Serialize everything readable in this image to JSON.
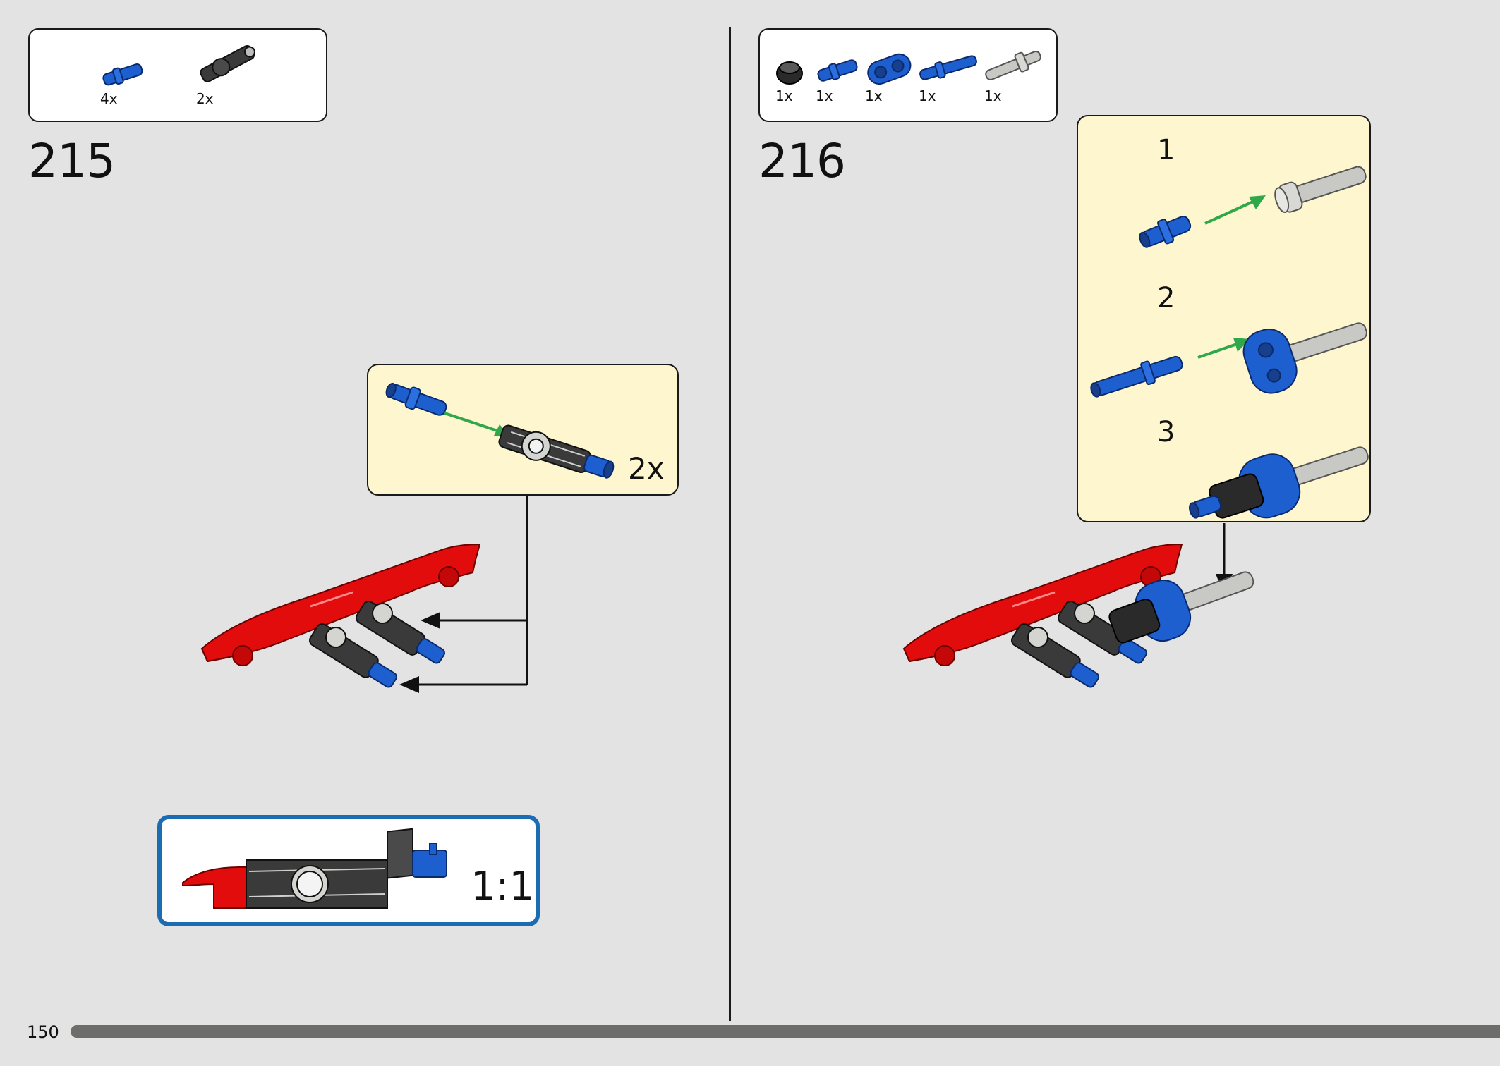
{
  "page_number": "150",
  "progress": 1.0,
  "steps": [
    {
      "number": "215",
      "parts": [
        {
          "icon": "blue-axle-pin-icon",
          "qty": "4x"
        },
        {
          "icon": "black-angle-connector-icon",
          "qty": "2x"
        }
      ],
      "callout": {
        "multiplier": "2x"
      },
      "scale": {
        "label": "1:1"
      }
    },
    {
      "number": "216",
      "parts": [
        {
          "icon": "black-bush-icon",
          "qty": "1x"
        },
        {
          "icon": "blue-axle-pin-icon",
          "qty": "1x"
        },
        {
          "icon": "blue-beam-2-icon",
          "qty": "1x"
        },
        {
          "icon": "blue-long-pin-icon",
          "qty": "1x"
        },
        {
          "icon": "grey-axle-pin-icon",
          "qty": "1x"
        }
      ],
      "callout": {
        "substeps": [
          "1",
          "2",
          "3"
        ]
      }
    }
  ],
  "colors": {
    "background": "#e3e3e3",
    "callout": "#fdf6cf",
    "red": "#e30c0c",
    "blue": "#1e5fd0",
    "black_part": "#333333",
    "grey_part": "#c8c8c4",
    "arrow_green": "#2fa84a",
    "scale_border": "#1b6cb3"
  }
}
